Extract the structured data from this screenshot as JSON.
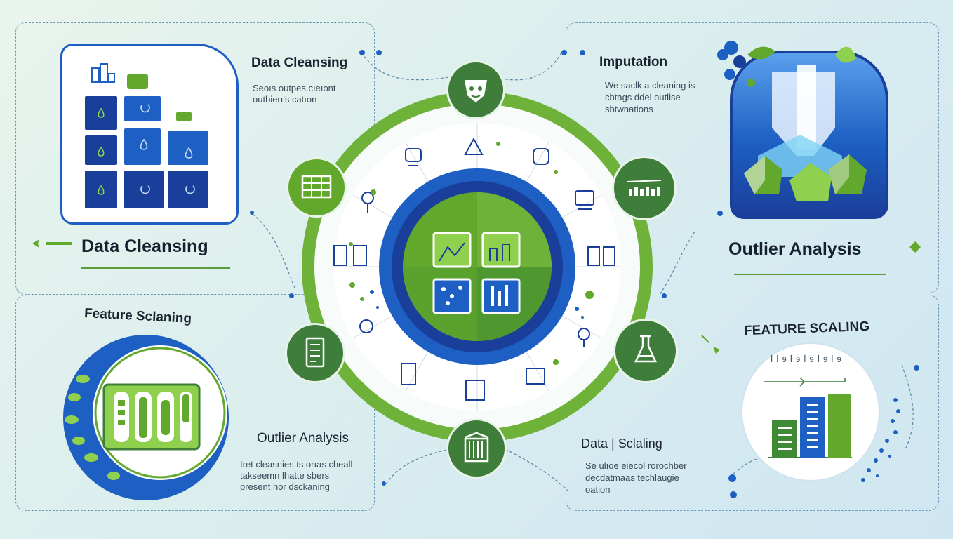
{
  "colors": {
    "green": "#62a82c",
    "dark_green": "#3f7e3a",
    "blue": "#1d5fc3",
    "navy": "#1a3f9a",
    "background": "#dcefee"
  },
  "top_left": {
    "heading": "Data Cleansing",
    "desc_line1": "Seoıs outpes cıeıont",
    "desc_line2": "outbierı's catıon"
  },
  "top_right": {
    "heading": "Imputation",
    "desc_line1": "We saclk a cleaning is",
    "desc_line2": "chtags ddel outlise",
    "desc_line3": "sbtwnations"
  },
  "left_panel": {
    "title": "Data Cleansing"
  },
  "right_panel": {
    "title": "Outlier Analysis"
  },
  "bottom_left": {
    "title": "Feature Sclaning"
  },
  "bottom_middle": {
    "heading": "Outlier Analysis",
    "desc_line1": "Iret cleasnies ts orıas cheall",
    "desc_line2": "takseemn lhatte sbers",
    "desc_line3": "present hor dsckaning"
  },
  "bottom_center": {
    "heading": "Data | Sclaling",
    "desc_line1": "Se ulıoe eiecol rorochber",
    "desc_line2": "decdatmaas techlaugie",
    "desc_line3": "oation"
  },
  "bottom_right": {
    "title": "FEATURE SCALING",
    "chart_label": "ꟾ ꟾ 9 ꟾ 9 ꟾ 9 ꟾ 9 ꟾ 9"
  },
  "icons": {
    "top": "face-icon",
    "top_right": "bar-chart-icon",
    "right": "flask-icon",
    "bottom": "database-icon",
    "left": "server-icon",
    "top_left": "grid-chart-icon"
  }
}
